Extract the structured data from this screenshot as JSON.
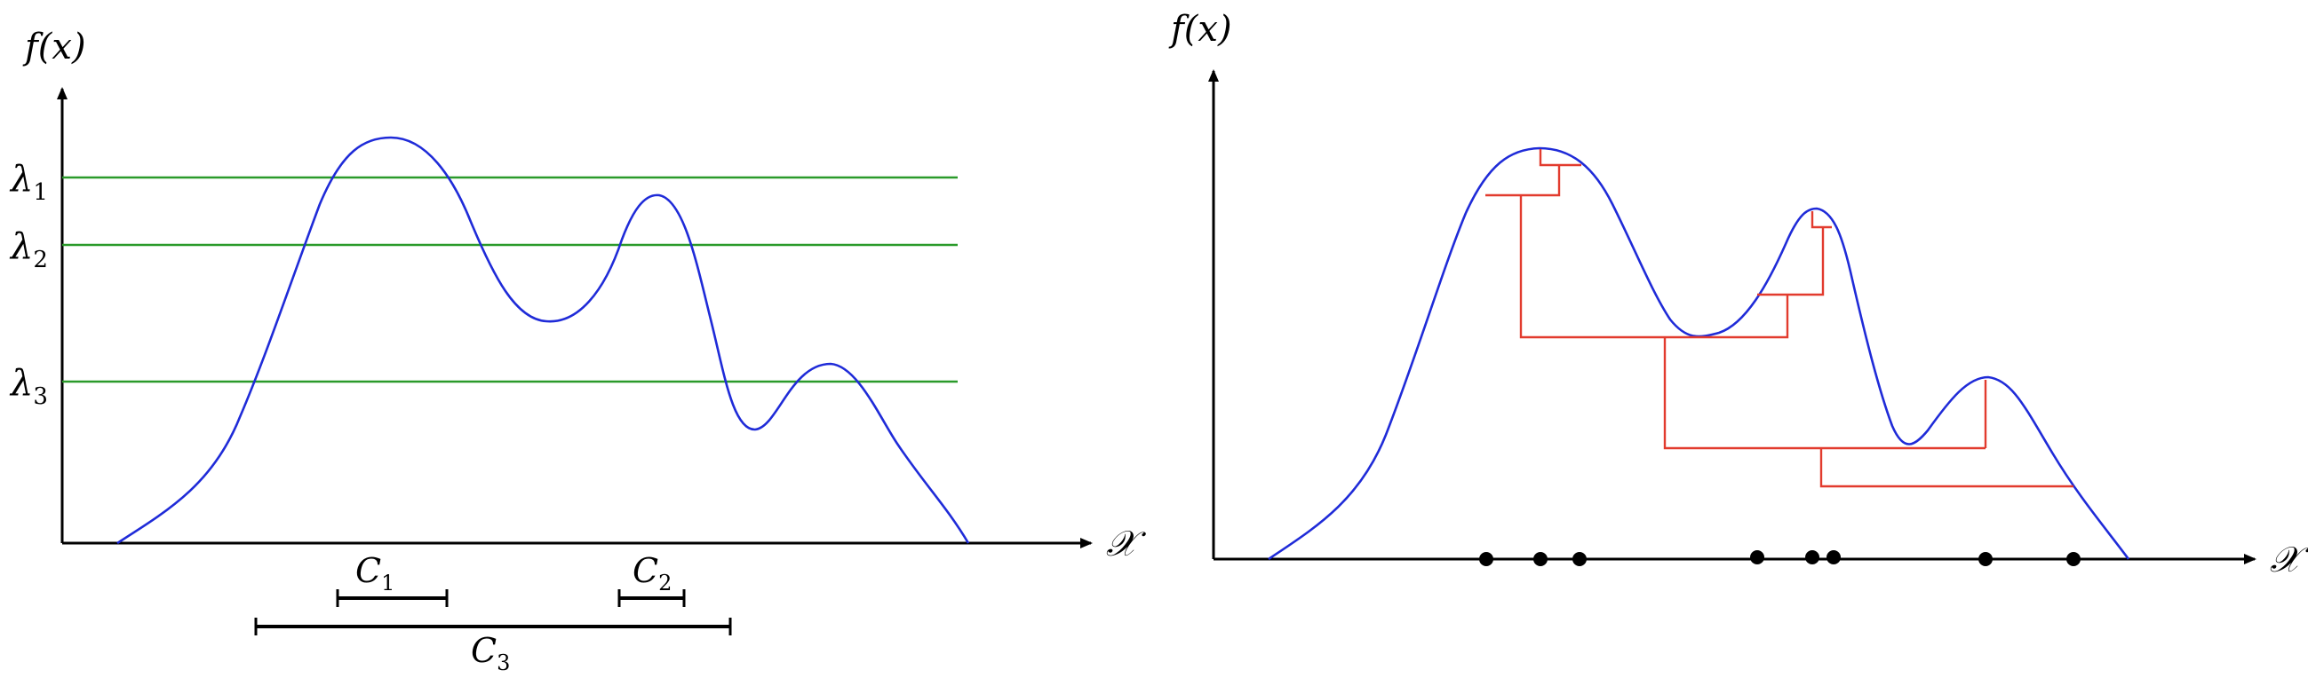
{
  "left_panel": {
    "y_label": "f(x)",
    "x_label": "𝒳",
    "levels": [
      {
        "label": "λ",
        "sub": "1"
      },
      {
        "label": "λ",
        "sub": "2"
      },
      {
        "label": "λ",
        "sub": "3"
      }
    ],
    "clusters": [
      {
        "label": "C",
        "sub": "1"
      },
      {
        "label": "C",
        "sub": "2"
      },
      {
        "label": "C",
        "sub": "3"
      }
    ]
  },
  "right_panel": {
    "y_label": "f(x)",
    "x_label": "𝒳"
  },
  "colors": {
    "density_curve": "#1f2bd8",
    "level_lines": "#2a9a2a",
    "cluster_tree": "#e23b2e"
  }
}
